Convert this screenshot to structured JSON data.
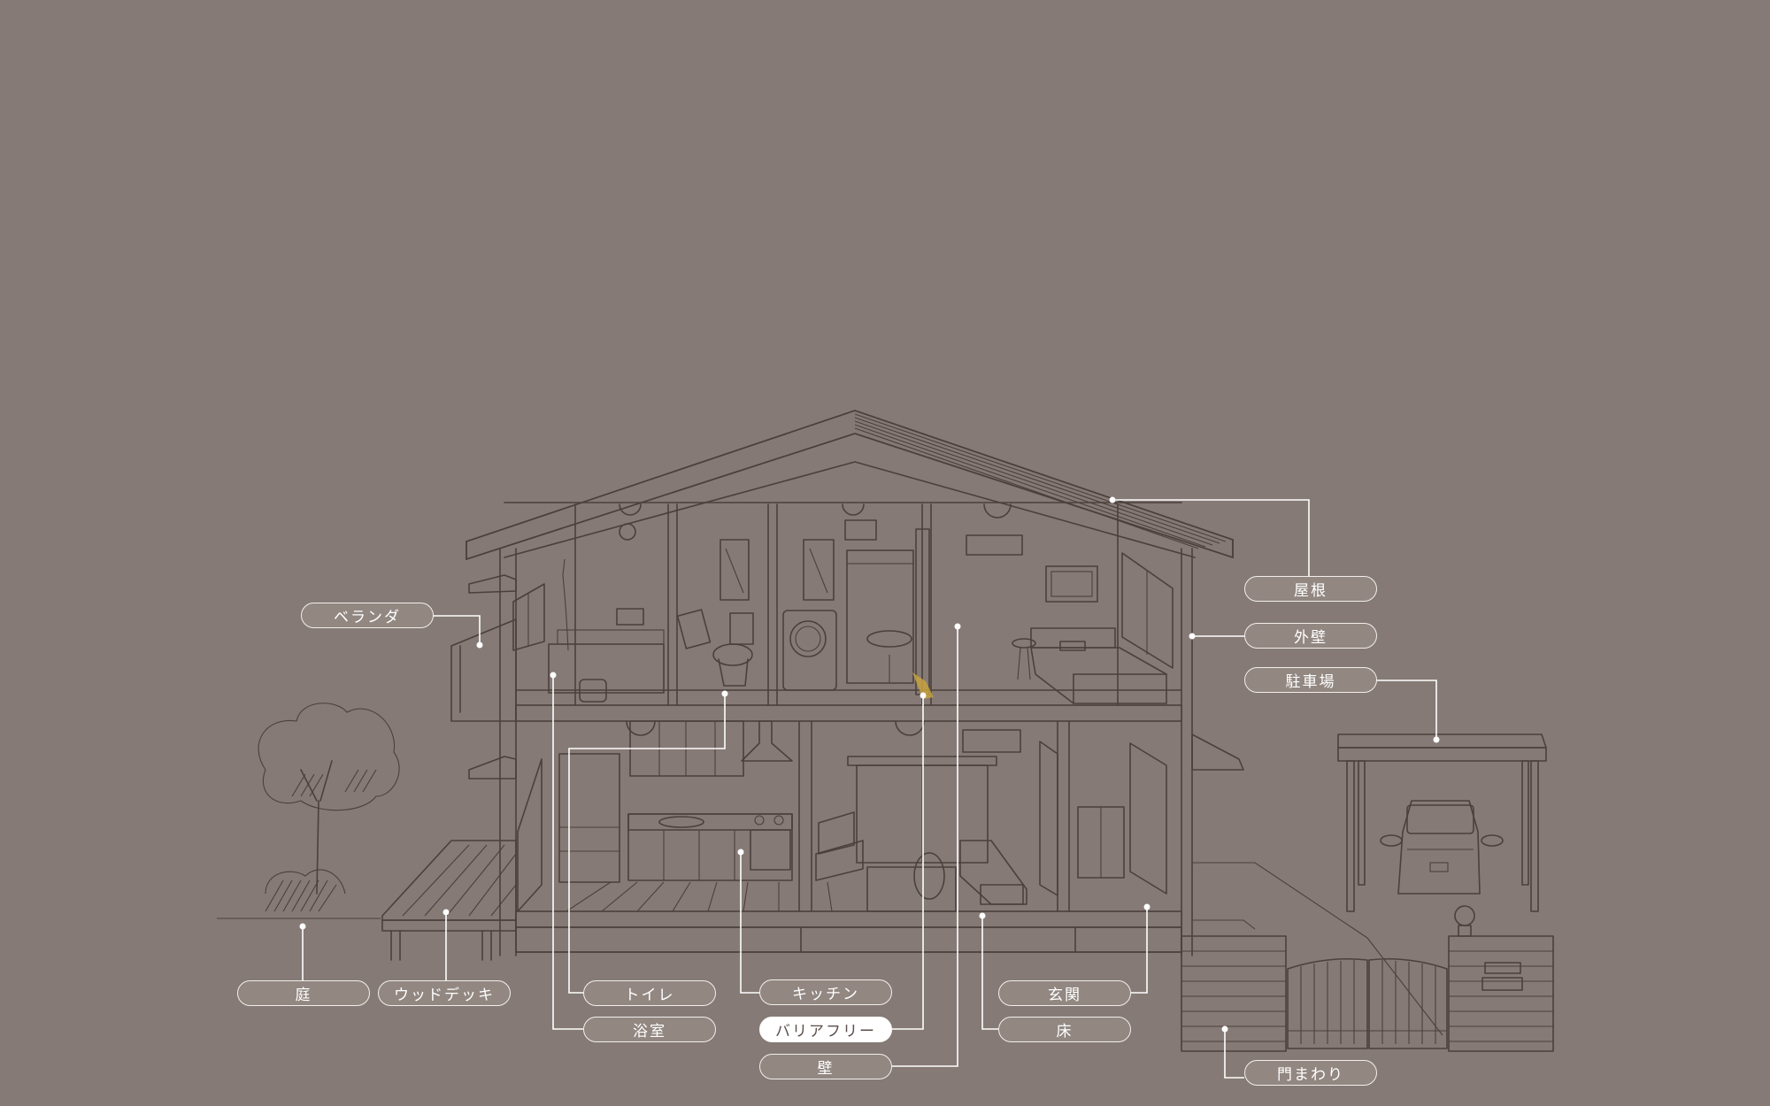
{
  "diagram": {
    "type": "house-cutaway-illustration",
    "colors": {
      "background": "#857a75",
      "line": "#4b403c",
      "leader": "#ffffff",
      "pill_fill": "#928781",
      "pill_active_fill": "#ffffff",
      "highlight": "#c7a23e"
    },
    "labels": {
      "roof": "屋根",
      "exterior_wall": "外壁",
      "parking": "駐車場",
      "veranda": "ベランダ",
      "garden": "庭",
      "wood_deck": "ウッドデッキ",
      "toilet": "トイレ",
      "bathroom": "浴室",
      "kitchen": "キッチン",
      "barrier_free": "バリアフリー",
      "wall": "壁",
      "entrance": "玄関",
      "floor": "床",
      "gate_area": "門まわり"
    },
    "active_label": "バリアフリー"
  }
}
